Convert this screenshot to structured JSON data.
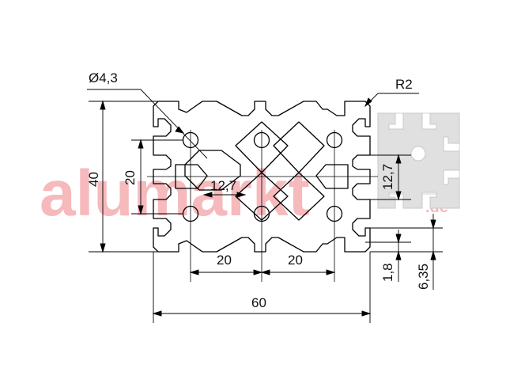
{
  "drawing": {
    "watermark": {
      "text": "alumarkt",
      "suffix": ".de"
    },
    "dimensions": {
      "diameter": "Ø4,3",
      "radius": "R2",
      "height_total": "40",
      "height_inner": "20",
      "slot_width_h": "12,7",
      "slot_width_v": "12,7",
      "pitch_left": "20",
      "pitch_right": "20",
      "width_total": "60",
      "wall": "1,8",
      "slot_depth": "6,35"
    },
    "colors": {
      "line": "#000000",
      "watermark": "#f6b9bc",
      "thumbnail": "#d9d9d9"
    }
  }
}
